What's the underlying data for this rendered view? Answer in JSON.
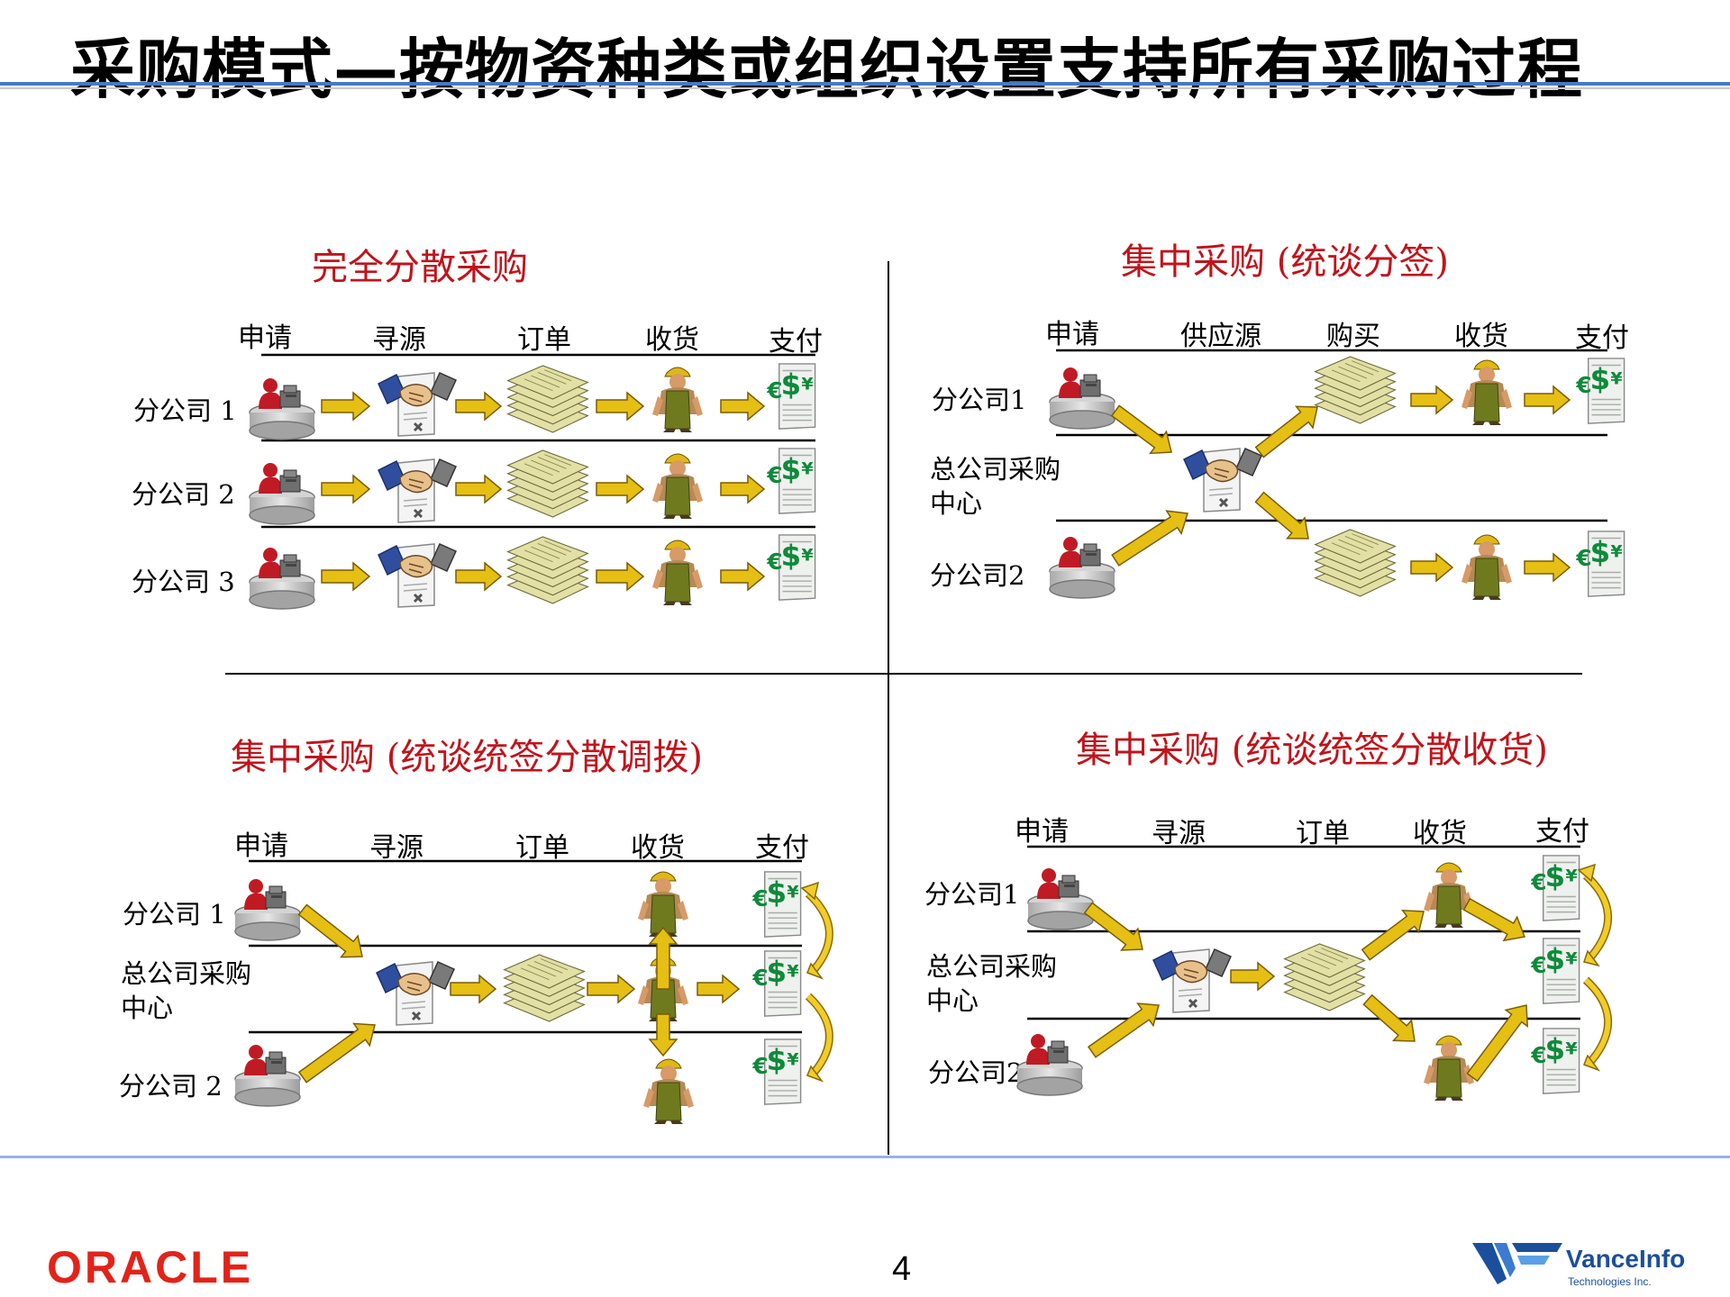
{
  "title": "采购模式—按物资种类或组织设置支持所有采购过程",
  "quadrants": [
    {
      "title": "完全分散采购",
      "headers": [
        "申请",
        "寻源",
        "订单",
        "收货",
        "支付"
      ],
      "rows": [
        "分公司 1",
        "分公司 2",
        "分公司 3"
      ]
    },
    {
      "title": "集中采购 (统谈分签)",
      "headers": [
        "申请",
        "供应源",
        "购买",
        "收货",
        "支付"
      ],
      "rows": [
        "分公司1",
        "总公司采购中心",
        "分公司2"
      ]
    },
    {
      "title": "集中采购 (统谈统签分散调拨)",
      "headers": [
        "申请",
        "寻源",
        "订单",
        "收货",
        "支付"
      ],
      "rows": [
        "分公司 1",
        "总公司采购中心",
        "分公司 2"
      ]
    },
    {
      "title": "集中采购 (统谈统签分散收货)",
      "headers": [
        "申请",
        "寻源",
        "订单",
        "收货",
        "支付"
      ],
      "rows": [
        "分公司1",
        "总公司采购中心",
        "分公司2"
      ]
    }
  ],
  "icons": {
    "requester": "clerk-at-desk-icon",
    "sourcing": "handshake-icon",
    "order": "document-stack-icon",
    "receipt": "worker-icon",
    "payment": "currency-invoice-icon",
    "flow": "arrow-icon"
  },
  "currency_symbols": {
    "euro": "€",
    "dollar": "$",
    "yen": "¥"
  },
  "colors": {
    "title_red": "#c0141c",
    "arrow_yellow": "#e6bf14",
    "rule_blue": "#4a78c2",
    "oracle_red": "#e2231a",
    "vance_blue": "#1b4f9c"
  },
  "footer": {
    "oracle": "ORACLE",
    "page": "4",
    "vance_name": "VanceInfo",
    "vance_sub": "Technologies Inc."
  }
}
